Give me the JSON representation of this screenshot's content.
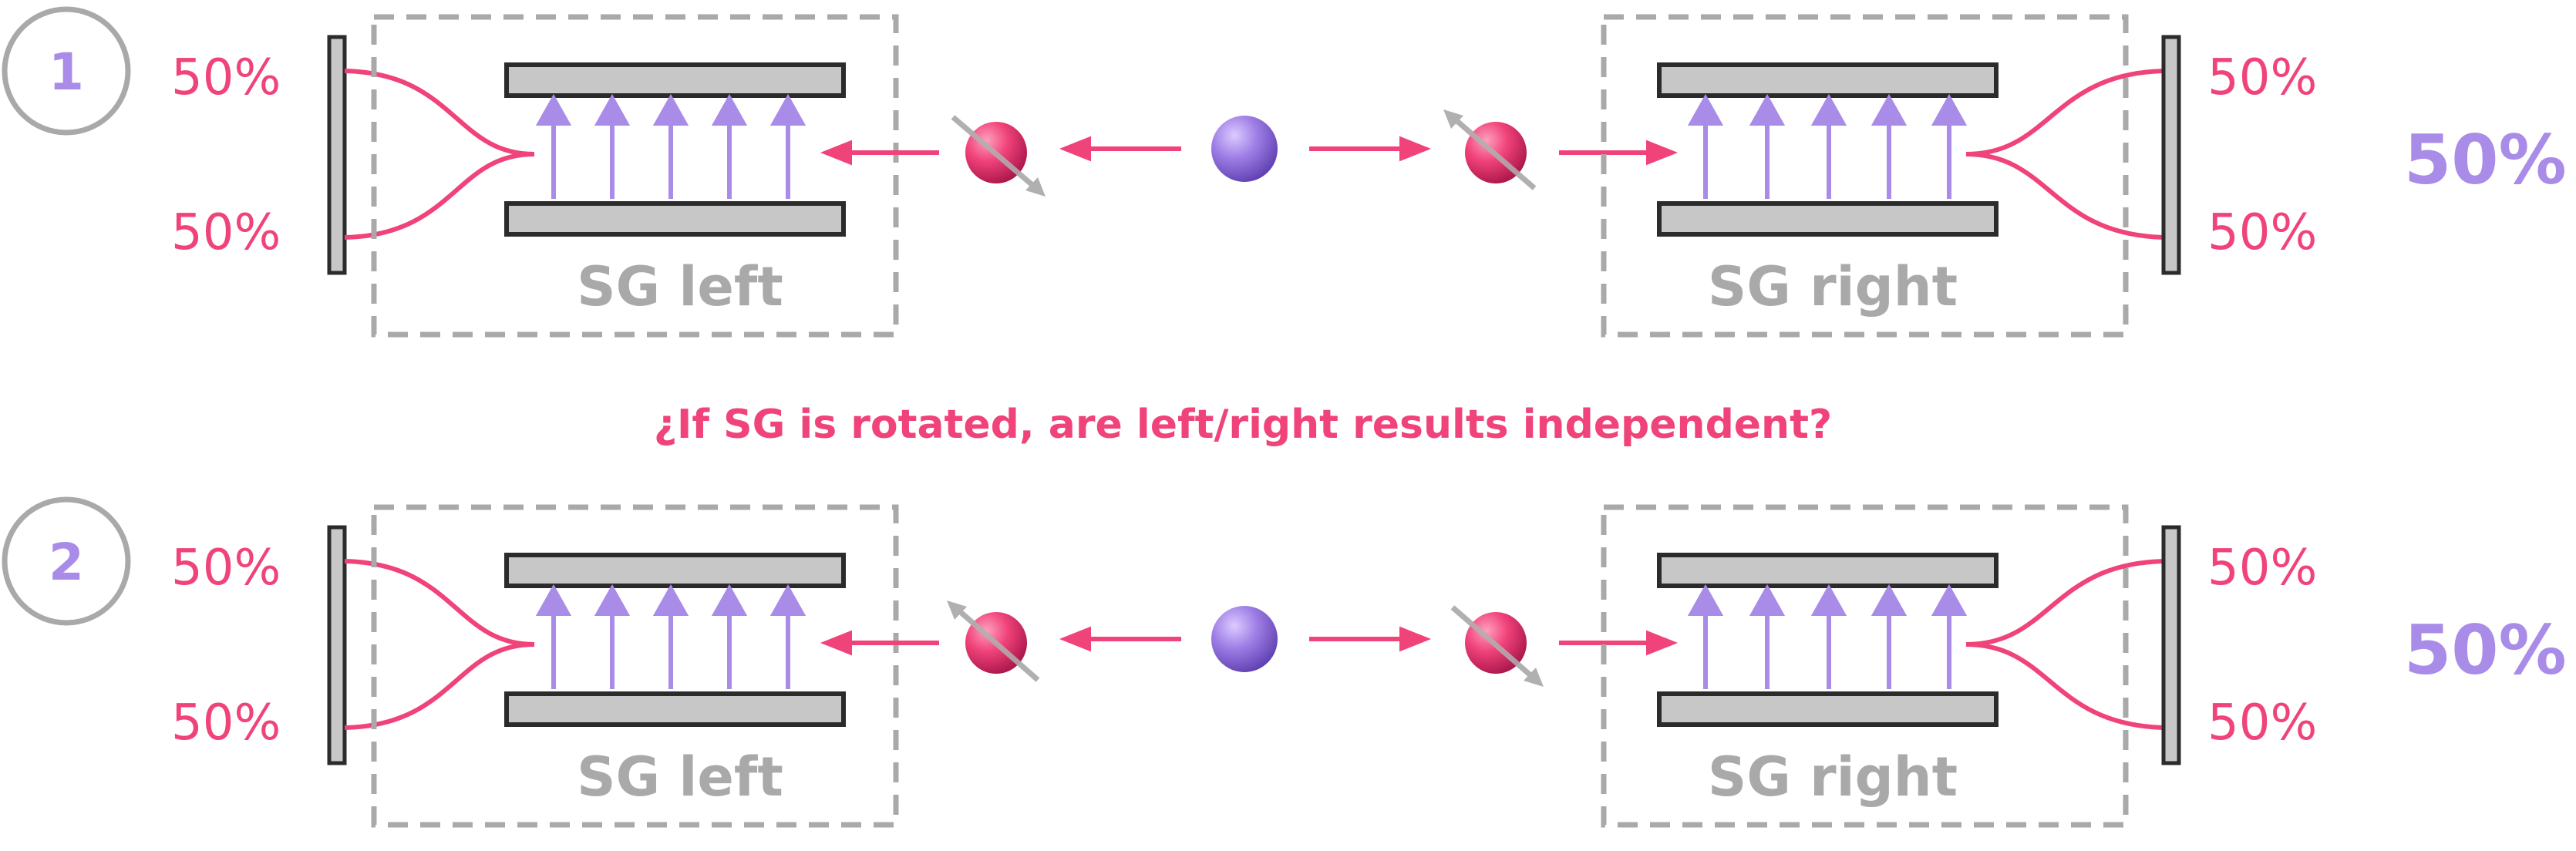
{
  "colors": {
    "pink": "#f0437a",
    "purple": "#a98be8",
    "gray": "#a9a9a9",
    "plate": "#c7c7c7",
    "outline": "#2b2b2b"
  },
  "question": "¿If SG is rotated, are left/right results independent?",
  "rows": [
    {
      "number": "1",
      "left": {
        "label": "SG left",
        "top_pct": "50%",
        "bottom_pct": "50%"
      },
      "right": {
        "label": "SG right",
        "top_pct": "50%",
        "bottom_pct": "50%"
      },
      "result": "50%",
      "left_spin": "down-right",
      "right_spin": "up-left"
    },
    {
      "number": "2",
      "left": {
        "label": "SG left",
        "top_pct": "50%",
        "bottom_pct": "50%"
      },
      "right": {
        "label": "SG right",
        "top_pct": "50%",
        "bottom_pct": "50%"
      },
      "result": "50%",
      "left_spin": "up-left",
      "right_spin": "down-right"
    }
  ]
}
